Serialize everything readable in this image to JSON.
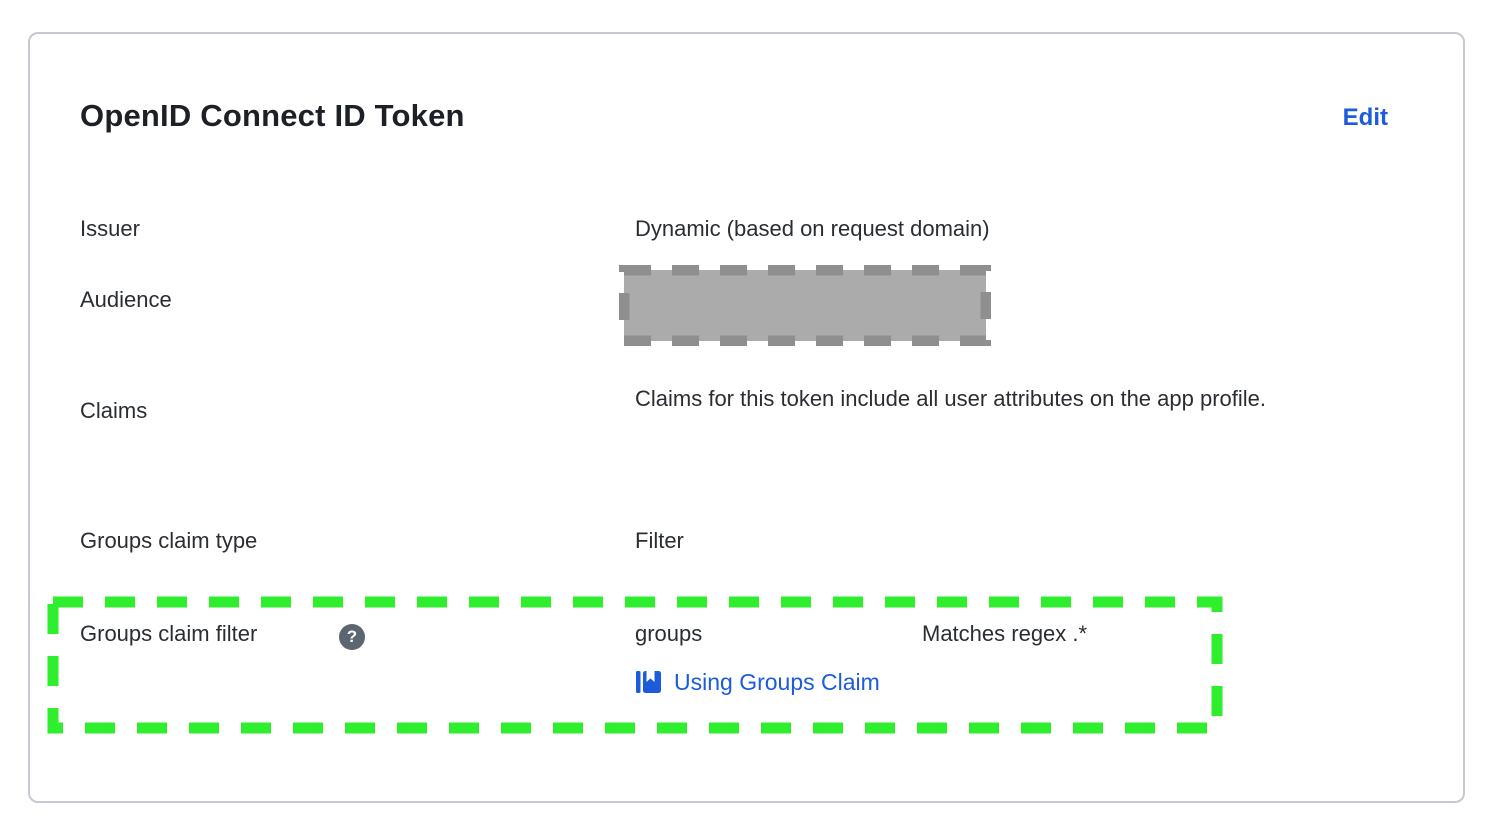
{
  "panel": {
    "title": "OpenID Connect ID Token",
    "edit_label": "Edit"
  },
  "fields": {
    "issuer": {
      "label": "Issuer",
      "value": "Dynamic (based on request domain)"
    },
    "audience": {
      "label": "Audience",
      "value_state": "redacted"
    },
    "claims": {
      "label": "Claims",
      "value": "Claims for this token include all user attributes on the app profile."
    },
    "groups_claim_type": {
      "label": "Groups claim type",
      "value": "Filter"
    },
    "groups_claim_filter": {
      "label": "Groups claim filter",
      "help_icon": "question-mark-icon",
      "help_glyph": "?",
      "claim_name": "groups",
      "condition": "Matches regex .*",
      "doc_link_label": "Using Groups Claim",
      "doc_link_icon": "book-icon"
    }
  },
  "annotations": {
    "highlight": "green-dashed-rectangle around Groups claim filter row"
  },
  "colors": {
    "link_blue": "#1c5bd9",
    "highlight_green": "#2eee2e",
    "redaction_fill": "#ababab",
    "redaction_border": "#8f8f8f",
    "text_dark": "#2a2e33",
    "title_dark": "#1d2127",
    "help_circle_gray": "#5c6670",
    "card_border": "#c6c9cf"
  }
}
